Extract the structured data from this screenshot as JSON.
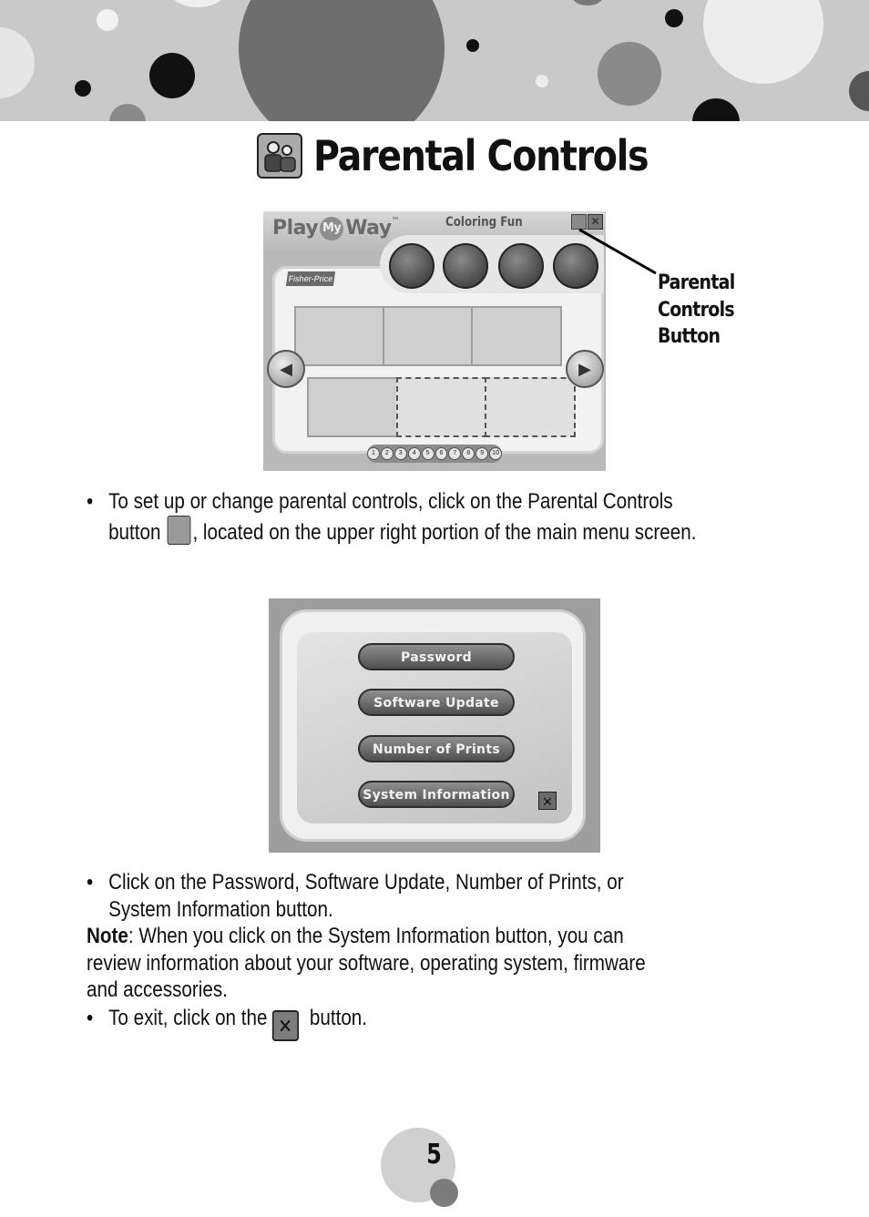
{
  "page": {
    "title": "Parental Controls",
    "page_number": "5"
  },
  "screenshot_main_menu": {
    "logo_left": "Play",
    "logo_circle": "My",
    "logo_right": "Way",
    "trademark": "™",
    "activity_title": "Coloring Fun",
    "brand": "Fisher-Price",
    "page_numbers": [
      "1",
      "2",
      "3",
      "4",
      "5",
      "6",
      "7",
      "8",
      "9",
      "10"
    ],
    "close_symbol": "✕",
    "prev_symbol": "◀",
    "next_symbol": "▶"
  },
  "callout": {
    "line1": "Parental",
    "line2": "Controls",
    "line3": "Button"
  },
  "paragraph1": {
    "bullet": "•",
    "line1": "To set up or change parental controls, click on the Parental Controls",
    "line2_before": "button",
    "line2_after": ", located on the upper right portion of the main menu screen."
  },
  "screenshot_settings": {
    "buttons": [
      "Password",
      "Software Update",
      "Number of Prints",
      "System Information"
    ],
    "close_symbol": "✕"
  },
  "paragraph2": {
    "bullet": "•",
    "line1": "Click on the Password, Software Update, Number of Prints, or",
    "line2": "System Information button.",
    "note_label": "Note",
    "note_line1": ": When you click on the System Information button, you can",
    "note_line2": "review information about your software, operating system, firmware",
    "note_line3": "and accessories.",
    "exit_before": "To exit, click on the",
    "exit_symbol": "✕",
    "exit_after": "button."
  }
}
